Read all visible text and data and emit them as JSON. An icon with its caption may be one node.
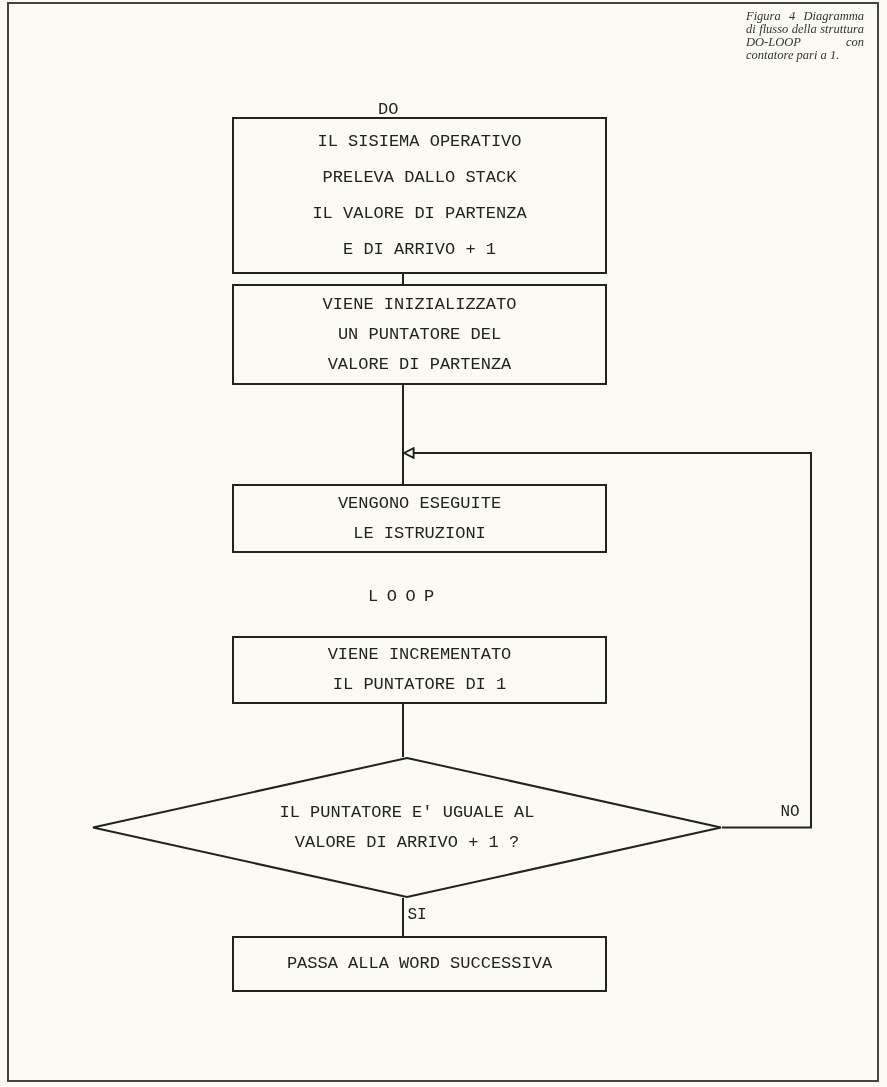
{
  "diagram": {
    "caption": "Figura 4 Diagramma di flusso della struttura DO-LOOP con contatore pari a 1.",
    "nodes": [
      {
        "text": [
          "IL SISIEMA OPERATIVO PRELEVA DALLO STACK IL VALORE DI PARTENZA E DI ARRIVO + 1"
        ]
      },
      {
        "text": [
          "VIENE INIZIALIZZATO UN PUNTATORE DEL VALORE DI PARTENZA"
        ]
      },
      {
        "text": [
          "VENGONO ESEGUITE LE ISTRUZIONI"
        ]
      },
      {
        "text": [
          "VIENE INCREMENTATO IL PUNTATORE DI 1"
        ]
      },
      {
        "text": [
          "IL PUNTATORE E' UGUALE AL VALORE DI ARRIVO + 1 ?"
        ]
      },
      {
        "text": [
          "PASSA ALLA WORD SUCCESSIVA"
        ]
      }
    ],
    "edges": [
      {
        "from": 0,
        "to": 1,
        "arrow": "none"
      },
      {
        "from": 1,
        "to": 2,
        "arrow": "none"
      },
      {
        "from": 3,
        "to": 4,
        "arrow": "none"
      },
      {
        "from": 4,
        "to": 2,
        "arrow": "to",
        "label": "NO"
      },
      {
        "from": 4,
        "to": 5,
        "arrow": "none",
        "label": "SI"
      }
    ],
    "labels": [
      "DO",
      "LOOP"
    ]
  }
}
